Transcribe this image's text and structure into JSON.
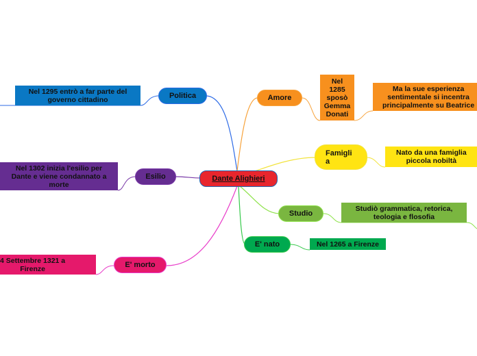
{
  "colors": {
    "root": "#e8262d",
    "politica": "#0a78c4",
    "esilio": "#652d91",
    "morto": "#e5196b",
    "amore": "#f7901e",
    "famiglia": "#ffe413",
    "studio": "#7ab640",
    "nato": "#00a94f",
    "line_blue": "#2e6be6",
    "line_purple": "#7a3aa8",
    "line_pink": "#e83cc9",
    "line_orange": "#f7a23a",
    "line_yellow": "#f2e33c",
    "line_green": "#8ee24a",
    "line_darkgreen": "#35c94a"
  },
  "root": {
    "label": "Dante Alighieri"
  },
  "branches": {
    "politica": {
      "label": "Politica",
      "detail": "Nel 1295 entrò a far parte del\ngoverno cittadino"
    },
    "esilio": {
      "label": "Esilio",
      "detail": "Nel 1302 inizia l'esilio per\nDante e viene condannato a\nmorte"
    },
    "morto": {
      "label": "E' morto",
      "detail": "4 Settembre 1321 a\nFirenze"
    },
    "amore": {
      "label": "Amore",
      "detail": "Nel\n1285\nsposò\nGemma\nDonati",
      "detail2": "Ma la sue esperienza\nsentimentale si incentra\nprincipalmente su Beatrice"
    },
    "famiglia": {
      "label": "Famigli\na",
      "detail": "Nato da una famiglia\npiccola nobiltà"
    },
    "studio": {
      "label": "Studio",
      "detail": "Studiò grammatica, retorica,\nteologia e flosofia"
    },
    "nato": {
      "label": "E' nato",
      "detail": "Nel 1265 a Firenze"
    }
  }
}
